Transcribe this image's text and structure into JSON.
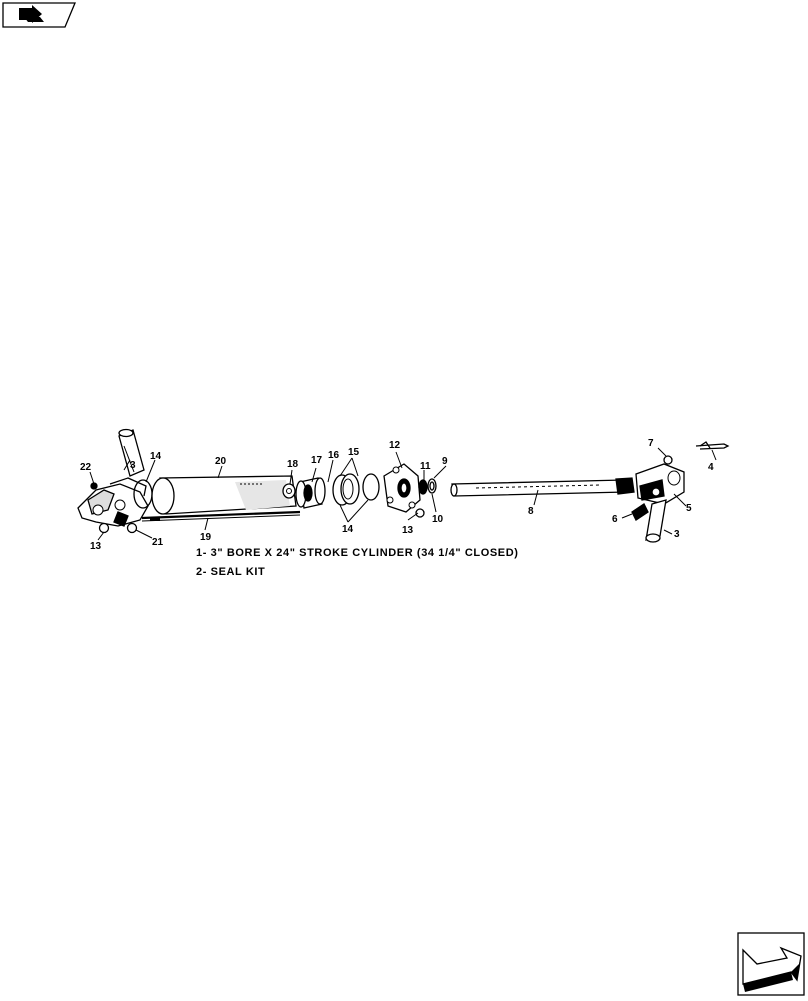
{
  "navigation": {
    "prev_icon": "page-back-arrow-icon",
    "next_icon": "page-forward-arrow-icon"
  },
  "callouts": {
    "c22": "22",
    "c3a": "3",
    "c14a": "14",
    "c20": "20",
    "c18": "18",
    "c17": "17",
    "c16": "16",
    "c15": "15",
    "c14b": "14",
    "c12": "12",
    "c11": "11",
    "c9": "9",
    "c10": "10",
    "c13a": "13",
    "c13b": "13",
    "c21": "21",
    "c19": "19",
    "c8": "8",
    "c7": "7",
    "c4": "4",
    "c5": "5",
    "c6": "6",
    "c3b": "3"
  },
  "legend": {
    "line1": "1- 3\" BORE X 24\" STROKE CYLINDER (34 1/4\" CLOSED)",
    "line2": "2- SEAL KIT"
  }
}
